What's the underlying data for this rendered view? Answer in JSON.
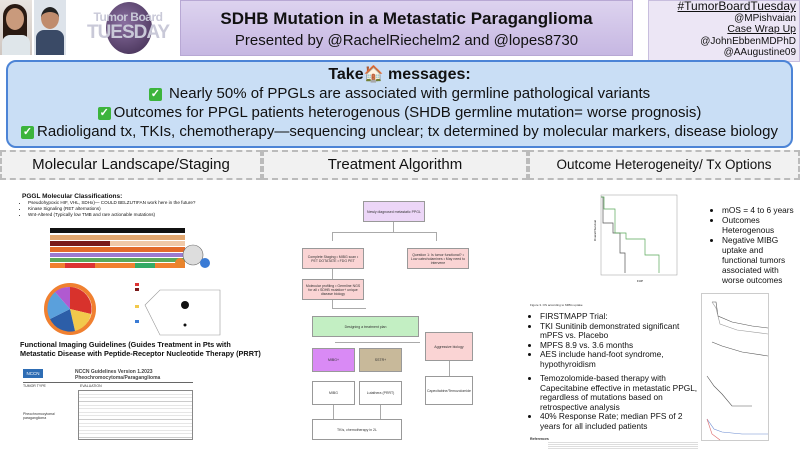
{
  "header": {
    "logo_line1": "Tumor Board",
    "logo_line2": "TUESDAY",
    "title": "SDHB Mutation in a Metastatic Paraganglioma",
    "subtitle": "Presented by @RachelRiechelm2 and @lopes8730",
    "handles": [
      "#TumorBoardTuesday",
      "@MPishvaian",
      "Case Wrap Up",
      "@JohnEbbenMDPhD",
      "@AAugustine09"
    ]
  },
  "takehome": {
    "title_pre": "Take",
    "title_icon": "house-emoji",
    "title_post": "messages:",
    "items": [
      "Nearly 50% of PPGLs are associated with germline pathological variants",
      "Outcomes for PPGL patients heterogenous (SHDB germline mutation= worse prognosis)",
      "Radioligand tx, TKIs, chemotherapy—sequencing unclear; tx determined by molecular markers, disease biology"
    ],
    "check_color": "#3cb43c"
  },
  "sections": [
    "Molecular Landscape/Staging",
    "Treatment Algorithm",
    "Outcome Heterogeneity/ Tx Options"
  ],
  "molecular": {
    "heading": "PGGL Molecular Classifications:",
    "bullets": [
      "Pseudohypoxic HIF, VHL, SDHx)— COULD BELZUTIFAN work here in the future?",
      "Kinase Signaling (RET alternations)",
      "Wnt-Altered (Typically low TMB and rare actionable mutations)"
    ],
    "imaging_heading": "Functional Imaging Guidelines (Guides Treatment in Pts with Metastatic Disease with Peptide-Receptor Nucleotide Therapy (PRRT)",
    "nccn_logo": "NCCN",
    "nccn_title": "NCCN Guidelines Version 1.2023",
    "nccn_subtitle": "Pheochromocytoma/Paraganglioma",
    "col1": "TUMOR TYPE",
    "col2": "EVALUATION",
    "tumor_type": "Pheochromocytoma/ paraganglioma"
  },
  "algorithm": {
    "start": "Newly diagnosed metastatic PPGL",
    "staging": "Complete Staging • MIBG scan • PET DOTATATE • FDG PET",
    "question": "Question 1: Is tumor functional? • Low catecholamines • May need to intervene",
    "profiling": "Molecular profiling • Germline NGS for all • SDHB mutation+ unique disease biology",
    "plan": "Designing a treatment plan",
    "mibg_pos": "MIBG+",
    "sstr_pos": "SSTR+",
    "aggressive": "Aggressive biology",
    "mibg": "MIBG",
    "lutathera": "Lutathera (PRRT)",
    "capetem": "Capecitabine/Temozolomide",
    "second_line": "TKIs, chemotherapy in 2L",
    "colors": {
      "start": "#ecd6f7",
      "pink": "#fad4d4",
      "green": "#c3efc3",
      "purple": "#d98af5",
      "tan": "#c8b99a"
    }
  },
  "outcomes": {
    "km_caption": "Figure 3. OS according to MIBG uptake",
    "km_ylabel": "Overall Survival",
    "km_xlabel": "FUP",
    "bullets1": [
      "mOS = 4 to 6 years",
      "Outcomes Heterogenous",
      "Negative MIBG uptake and functional tumors associated with worse outcomes"
    ],
    "bullets2": [
      "FIRSTMAPP Trial:",
      "TKI Sunitinib demonstrated significant mPFS vs. Placebo",
      "MPFS 8.9 vs. 3.6 months",
      "AES include hand-foot syndrome, hypothyroidism"
    ],
    "bullets3": [
      "Temozolomide-based therapy with Capecitabine effective in metastatic PPGL, regardless of mutations based on retrospective analysis",
      "40% Response Rate; median PFS of 2 years for all included patients"
    ],
    "references_label": "References"
  }
}
